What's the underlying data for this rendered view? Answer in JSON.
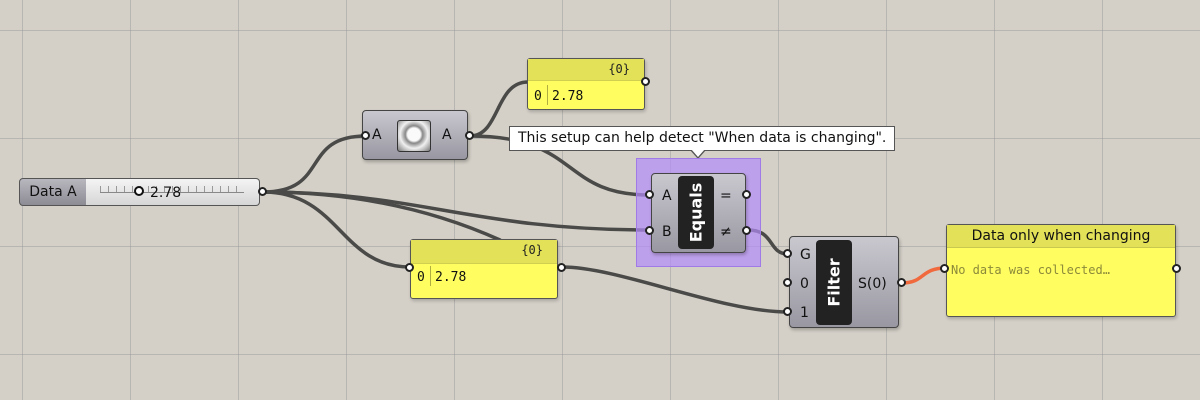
{
  "slider": {
    "name": "Data A",
    "value": "2.78"
  },
  "cache_component": {
    "input": "A",
    "output": "A"
  },
  "panel_top": {
    "header": "{0}",
    "index": "0",
    "value": "2.78"
  },
  "panel_mid": {
    "header": "{0}",
    "index": "0",
    "value": "2.78"
  },
  "tooltip": {
    "text": "This setup can help detect \"When data is changing\"."
  },
  "equals": {
    "title": "Equals",
    "input_a": "A",
    "input_b": "B",
    "output_eq": "=",
    "output_neq": "≠"
  },
  "filter": {
    "title": "Filter",
    "input_g": "G",
    "input_0": "0",
    "input_1": "1",
    "output": "S(0)"
  },
  "result_panel": {
    "header": "Data only when changing",
    "message": "No data was collected…"
  },
  "colors": {
    "canvas": "#d4d0c8",
    "panel": "#fffd60",
    "selection": "#b48cfa",
    "active_wire": "#f06a3e",
    "wire": "#4a4a48"
  },
  "icons": {
    "cache": "data-dam-icon"
  }
}
